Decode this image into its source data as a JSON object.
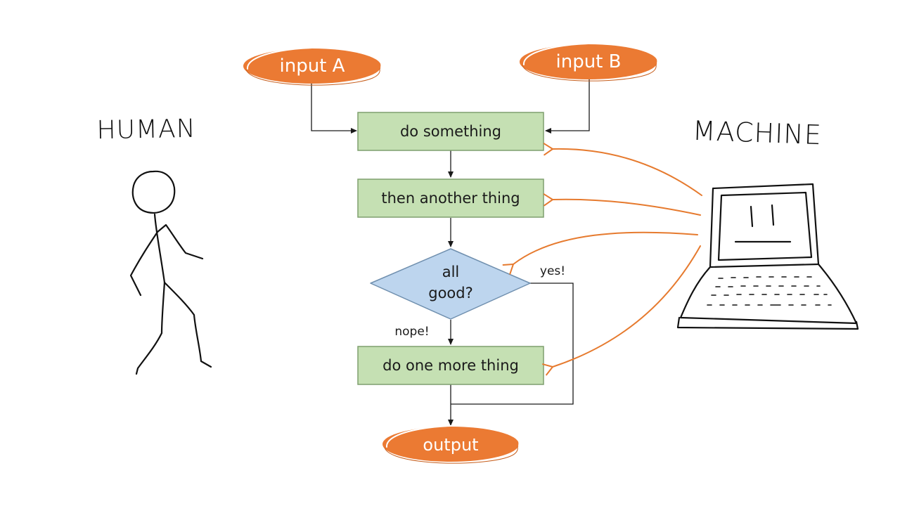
{
  "labels": {
    "human": "HUMAN",
    "machine": "MACHINE"
  },
  "flow": {
    "input_a": "input A",
    "input_b": "input B",
    "step_1": "do something",
    "step_2": "then another thing",
    "decision_line1": "all",
    "decision_line2": "good?",
    "yes_label": "yes!",
    "nope_label": "nope!",
    "step_3": "do one more thing",
    "output": "output"
  },
  "icons": {
    "human": "stick-figure-icon",
    "machine": "laptop-icon"
  },
  "colors": {
    "terminal_fill": "#eb7a33",
    "process_fill": "#c5e0b3",
    "process_stroke": "#7f9f6e",
    "decision_fill": "#bdd5ee",
    "decision_stroke": "#6f8fae",
    "connector": "#1a1a1a",
    "machine_arrow": "#e67a2e",
    "ink": "#111111"
  }
}
